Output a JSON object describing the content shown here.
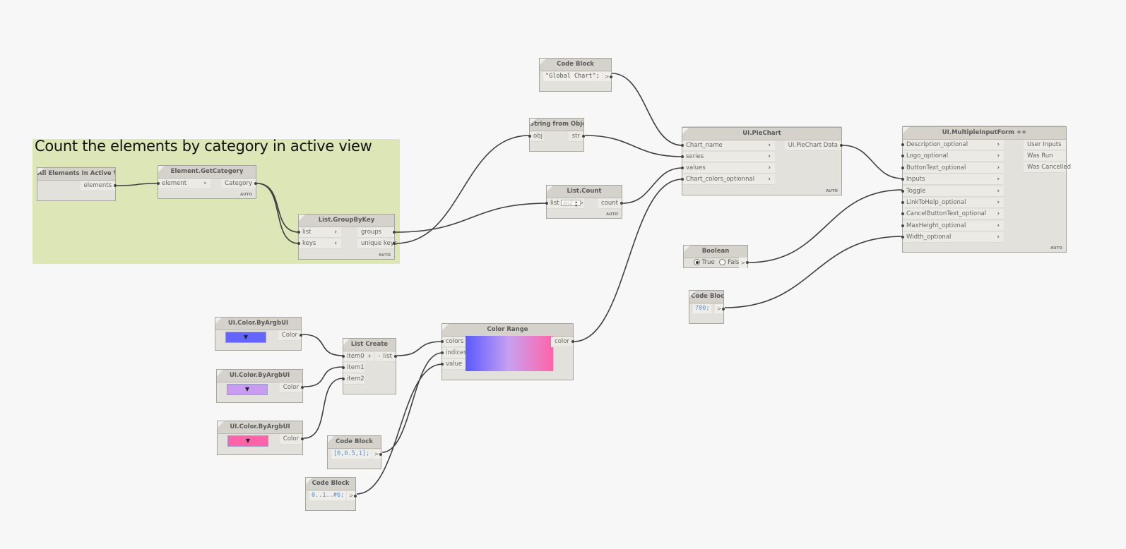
{
  "group": {
    "title": "Count the elements by category in active view",
    "color": "#dce6b7"
  },
  "nodes": {
    "all_elements": {
      "title": "All Elements In Active View",
      "outputs": [
        "elements"
      ]
    },
    "get_category": {
      "title": "Element.GetCategory",
      "inputs": [
        "element"
      ],
      "outputs": [
        "Category"
      ],
      "lacing": "AUTO"
    },
    "group_by_key": {
      "title": "List.GroupByKey",
      "inputs": [
        "list",
        "keys"
      ],
      "outputs": [
        "groups",
        "unique keys"
      ],
      "lacing": "AUTO"
    },
    "code_block_title": {
      "title": "Code Block",
      "code": "\"Global Chart\";",
      "out": ">"
    },
    "string_from_object": {
      "title": "String from Object",
      "inputs": [
        "obj"
      ],
      "outputs": [
        "str"
      ]
    },
    "list_count": {
      "title": "List.Count",
      "inputs": [
        "list"
      ],
      "level": "@L2",
      "outputs": [
        "count"
      ],
      "lacing": "AUTO"
    },
    "pie_chart": {
      "title": "UI.PieChart",
      "inputs": [
        "Chart_name",
        "series",
        "values",
        "Chart_colors_optionnal"
      ],
      "outputs": [
        "UI.PieChart Data"
      ],
      "lacing": "AUTO"
    },
    "multiple_input_form": {
      "title": "UI.MultipleInputForm ++",
      "inputs": [
        "Description_optional",
        "Logo_optional",
        "ButtonText_optional",
        "Inputs",
        "Toggle",
        "LinkToHelp_optional",
        "CancelButtonText_optional",
        "MaxHeight_optional",
        "Width_optional"
      ],
      "outputs": [
        "User Inputs",
        "Was Run",
        "Was Cancelled"
      ],
      "lacing": "AUTO"
    },
    "boolean": {
      "title": "Boolean",
      "true_label": "True",
      "false_label": "False",
      "value": true,
      "out": ">"
    },
    "code_block_width": {
      "title": "Code Block",
      "code": "700;",
      "out": ">"
    },
    "color_1": {
      "title": "UI.Color.ByArgbUI",
      "swatch": "#6464ff",
      "arrow": "▼",
      "outputs": [
        "Color"
      ]
    },
    "color_2": {
      "title": "UI.Color.ByArgbUI",
      "swatch": "#c89cf0",
      "arrow": "▼",
      "outputs": [
        "Color"
      ]
    },
    "color_3": {
      "title": "UI.Color.ByArgbUI",
      "swatch": "#ff64a8",
      "arrow": "▼",
      "outputs": [
        "Color"
      ]
    },
    "list_create": {
      "title": "List Create",
      "inputs": [
        "item0",
        "item1",
        "item2"
      ],
      "add": "+",
      "remove": "-",
      "outputs": [
        "list"
      ]
    },
    "color_range": {
      "title": "Color Range",
      "inputs": [
        "colors",
        "indices",
        "value"
      ],
      "outputs": [
        "color"
      ],
      "gradient": [
        "#5a5aff",
        "#c8a0f0",
        "#ff64a8"
      ]
    },
    "code_block_indices": {
      "title": "Code Block",
      "code": "[0,0.5,1];",
      "out": ">"
    },
    "code_block_range": {
      "title": "Code Block",
      "code": "0..1..#6;",
      "out": ">"
    }
  },
  "colors": {
    "canvas": "#f7f7f7",
    "node": "#e3e1dc",
    "header": "#d4d2cb",
    "wire": "#3f3f3f"
  }
}
